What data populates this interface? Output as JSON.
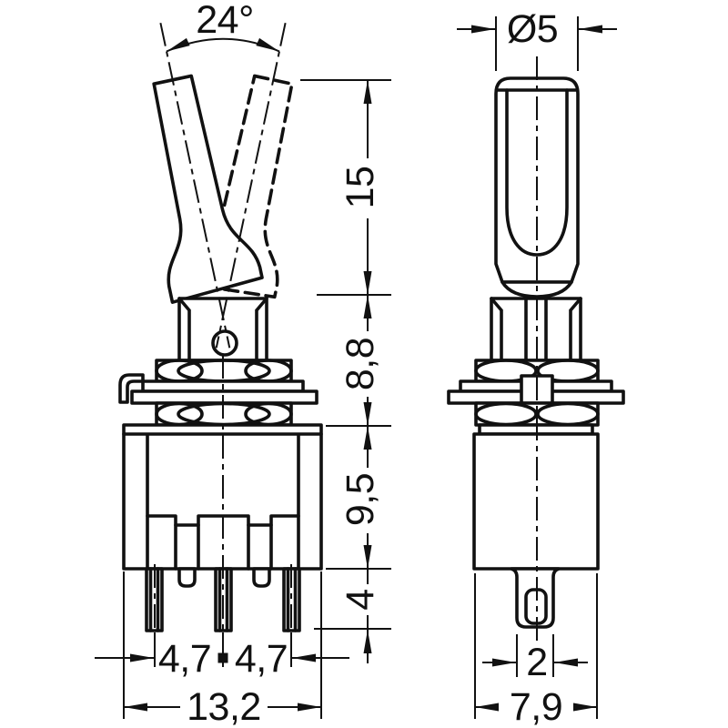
{
  "labels": {
    "angle": "24°",
    "lever_diameter": "Ø5",
    "lever_length": "15",
    "bushing_height": "8,8",
    "body_height": "9,5",
    "pin_length": "4",
    "pin_pitch_left": "4,7",
    "pin_pitch_right": "4,7",
    "body_width": "13,2",
    "pin_width": "2",
    "body_depth": "7,9"
  },
  "colors": {
    "line": "#111111",
    "background": "#ffffff"
  }
}
